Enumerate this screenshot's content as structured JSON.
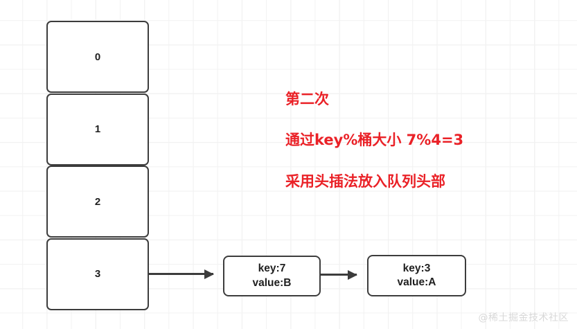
{
  "diagram": {
    "title": "hash-bucket-head-insertion-diagram",
    "accent_color": "#ea2127",
    "stroke_color": "#3c3c3c",
    "background_color": "#ffffff",
    "grid_color": "#ececec"
  },
  "buckets": [
    {
      "label": "0"
    },
    {
      "label": "1"
    },
    {
      "label": "2"
    },
    {
      "label": "3"
    }
  ],
  "nodes": [
    {
      "key_line": "key:7",
      "value_line": "value:B"
    },
    {
      "key_line": "key:3",
      "value_line": "value:A"
    }
  ],
  "annotations": [
    {
      "text": "第二次"
    },
    {
      "text": "通过key%桶大小 7%4=3"
    },
    {
      "text": "采用头插法放入队列头部"
    }
  ],
  "watermark": {
    "text": "@稀土掘金技术社区"
  }
}
